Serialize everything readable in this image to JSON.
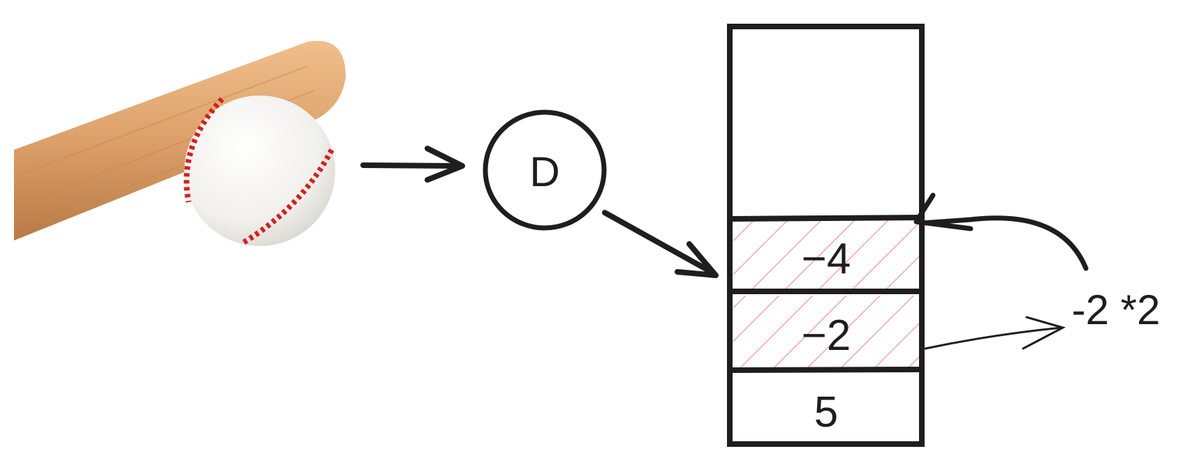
{
  "diagram": {
    "node_label": "D",
    "stack_cells": [
      "",
      "−4",
      "−2",
      "5"
    ],
    "highlighted_cells": [
      1,
      2
    ],
    "operation_label": "-2 *2"
  },
  "icons": {
    "input_image": "baseball-and-bat-icon"
  },
  "colors": {
    "stroke": "#1e1e1e",
    "hatch": "#f5a6a6",
    "ball": "#f3f3f1",
    "ball_stitch": "#d32020",
    "bat": "#d99a62"
  }
}
